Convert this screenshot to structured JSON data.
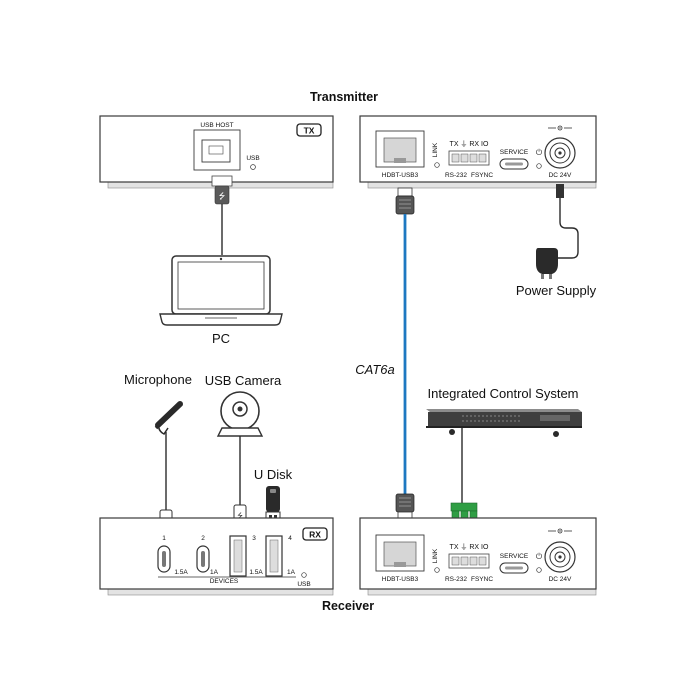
{
  "sections": {
    "transmitter_title": "Transmitter",
    "receiver_title": "Receiver"
  },
  "transmitter_front": {
    "usb_host_label": "USB HOST",
    "usb_label": "USB",
    "badge": "TX"
  },
  "transmitter_rear": {
    "hdbt_label": "HDBT-USB3",
    "link_label": "LINK",
    "rs232_pins": "TX ⏚ RX IO",
    "rs232_label": "RS-232",
    "fsync_label": "FSYNC",
    "service_label": "SERVICE",
    "dc_label": "DC 24V"
  },
  "receiver_front": {
    "badge": "RX",
    "port_numbers": [
      "1",
      "2",
      "3",
      "4"
    ],
    "currents": [
      "1.5A",
      "1A",
      "1.5A",
      "1A"
    ],
    "devices_label": "DEVICES",
    "usb_label": "USB"
  },
  "receiver_rear": {
    "hdbt_label": "HDBT-USB3",
    "link_label": "LINK",
    "rs232_pins": "TX ⏚ RX IO",
    "rs232_label": "RS-232",
    "fsync_label": "FSYNC",
    "service_label": "SERVICE",
    "dc_label": "DC 24V"
  },
  "peripherals": {
    "pc": "PC",
    "power_supply": "Power Supply",
    "cable": "CAT6a",
    "control_system": "Integrated Control System",
    "microphone": "Microphone",
    "camera": "USB Camera",
    "udisk": "U Disk"
  },
  "colors": {
    "cat6a_cable": "#1d78c1",
    "terminal_green": "#2f9e44",
    "device_outline": "#3a3a3a"
  }
}
